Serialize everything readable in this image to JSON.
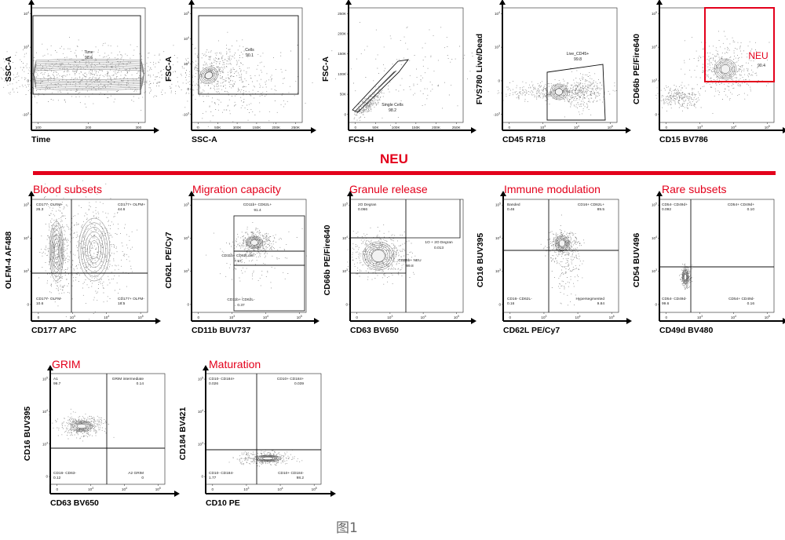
{
  "headline": "NEU",
  "figure_label": "图1",
  "colors": {
    "accent": "#e3001b",
    "ink": "#000000"
  },
  "sections": [
    {
      "name": "blood",
      "label": "Blood subsets"
    },
    {
      "name": "migration",
      "label": "Migration capacity"
    },
    {
      "name": "granule",
      "label": "Granule release"
    },
    {
      "name": "immune",
      "label": "Immune modulation"
    },
    {
      "name": "rare",
      "label": "Rare subsets"
    },
    {
      "name": "grim",
      "label": "GRIM"
    },
    {
      "name": "maturation",
      "label": "Maturation"
    }
  ],
  "chart_data": [
    {
      "type": "scatter",
      "id": "time",
      "xlabel": "Time",
      "ylabel": "SSC-A",
      "xticks": [
        "100",
        "200",
        "300"
      ],
      "yticks": [
        "10^4",
        "10^3",
        "0",
        "-10^3"
      ],
      "gates": [
        {
          "label": "Time",
          "value": "98.6"
        }
      ]
    },
    {
      "type": "scatter",
      "id": "cells",
      "xlabel": "SSC-A",
      "ylabel": "FSC-A",
      "xticks": [
        "0",
        "50K",
        "100K",
        "150K",
        "200K",
        "250K"
      ],
      "yticks": [
        "10^5",
        "10^4",
        "10^3",
        "0",
        "-10^3"
      ],
      "gates": [
        {
          "label": "Cells",
          "value": "90.1"
        }
      ]
    },
    {
      "type": "scatter",
      "id": "singles",
      "xlabel": "FCS-H",
      "ylabel": "FSC-A",
      "xticks": [
        "0",
        "50K",
        "100K",
        "150K",
        "200K",
        "250K"
      ],
      "yticks": [
        "250K",
        "200K",
        "150K",
        "100K",
        "50K",
        "0"
      ],
      "gates": [
        {
          "label": "Single Cells",
          "value": "98.2"
        }
      ]
    },
    {
      "type": "scatter",
      "id": "live",
      "xlabel": "CD45 R718",
      "ylabel": "FVS780 Live/Dead",
      "xticks": [
        "0",
        "10^3",
        "10^4",
        "10^5"
      ],
      "yticks": [
        "10^4",
        "10^3",
        "0",
        "-10^3"
      ],
      "gates": [
        {
          "label": "Live_CD45+",
          "value": "99.8"
        }
      ]
    },
    {
      "type": "scatter",
      "id": "neu",
      "xlabel": "CD15 BV786",
      "ylabel": "CD66b PE/Fire640",
      "xticks": [
        "0",
        "10^3",
        "10^4",
        "10^5"
      ],
      "yticks": [
        "10^5",
        "10^4",
        "10^3",
        "0"
      ],
      "gates": [
        {
          "label": "NEU",
          "value": "90.4"
        }
      ]
    },
    {
      "type": "scatter",
      "id": "blood",
      "xlabel": "CD177 APC",
      "ylabel": "OLFM-4 AF488",
      "xticks": [
        "0",
        "10^3",
        "10^4",
        "10^5"
      ],
      "yticks": [
        "10^5",
        "10^4",
        "10^3",
        "0"
      ],
      "gates": [
        {
          "label": "CD177- OLFM+",
          "value": "26.3"
        },
        {
          "label": "CD177+ OLFM+",
          "value": "44.6"
        },
        {
          "label": "CD177- OLFM-",
          "value": "10.6"
        },
        {
          "label": "CD177+ OLFM-",
          "value": "18.5"
        }
      ]
    },
    {
      "type": "scatter",
      "id": "migration",
      "xlabel": "CD11b BUV737",
      "ylabel": "CD62L PE/Cy7",
      "xticks": [
        "0",
        "10^3",
        "10^4",
        "10^5"
      ],
      "yticks": [
        "10^5",
        "10^4",
        "10^3",
        "0"
      ],
      "gates": [
        {
          "label": "CD11b+ CD62L+",
          "value": "91.4"
        },
        {
          "label": "CD11b+ CD62Ldim",
          "value": "7.57"
        },
        {
          "label": "CD11b+ CD62L-",
          "value": "0.37"
        }
      ]
    },
    {
      "type": "scatter",
      "id": "granule",
      "xlabel": "CD63 BV650",
      "ylabel": "CD66b PE/Fire640",
      "xticks": [
        "0",
        "10^3",
        "10^4",
        "10^5"
      ],
      "yticks": [
        "10^5",
        "10^4",
        "10^3",
        "0"
      ],
      "gates": [
        {
          "label": "2O Degran",
          "value": "0.066"
        },
        {
          "label": "1O + 2O Degran",
          "value": "0.013"
        },
        {
          "label": "CD66b+ NEU",
          "value": "99.8"
        }
      ]
    },
    {
      "type": "scatter",
      "id": "immune",
      "xlabel": "CD62L PE/Cy7",
      "ylabel": "CD16 BUV395",
      "xticks": [
        "0",
        "10^3",
        "10^4",
        "10^5"
      ],
      "yticks": [
        "10^5",
        "10^4",
        "10^3",
        "0"
      ],
      "gates": [
        {
          "label": "Banded",
          "value": "0.46"
        },
        {
          "label": "CD16+ CD62L+",
          "value": "89.5"
        },
        {
          "label": "CD16- CD62L-",
          "value": "0.16"
        },
        {
          "label": "Hypersegmented",
          "value": "9.84"
        }
      ]
    },
    {
      "type": "scatter",
      "id": "rare",
      "xlabel": "CD49d BV480",
      "ylabel": "CD54 BUV496",
      "xticks": [
        "0",
        "10^3",
        "10^4",
        "10^5"
      ],
      "yticks": [
        "10^5",
        "10^4",
        "10^3",
        "0"
      ],
      "gates": [
        {
          "label": "CD54- CD49d+",
          "value": "0.092"
        },
        {
          "label": "CD54+ CD49d+",
          "value": "0.10"
        },
        {
          "label": "CD54- CD49d-",
          "value": "99.6"
        },
        {
          "label": "CD54+ CD49d-",
          "value": "0.16"
        }
      ]
    },
    {
      "type": "scatter",
      "id": "grim",
      "xlabel": "CD63 BV650",
      "ylabel": "CD16 BUV395",
      "xticks": [
        "0",
        "10^3",
        "10^4",
        "10^5"
      ],
      "yticks": [
        "10^5",
        "10^4",
        "10^3",
        "0"
      ],
      "gates": [
        {
          "label": "A1",
          "value": "99.7"
        },
        {
          "label": "GRIM intermediate",
          "value": "0.14"
        },
        {
          "label": "CD16- CD63-",
          "value": "0.12"
        },
        {
          "label": "A2 GRIM",
          "value": "0"
        }
      ]
    },
    {
      "type": "scatter",
      "id": "maturation",
      "xlabel": "CD10 PE",
      "ylabel": "CD184 BV421",
      "xticks": [
        "0",
        "10^3",
        "10^4",
        "10^5"
      ],
      "yticks": [
        "10^5",
        "10^4",
        "10^3",
        "0"
      ],
      "gates": [
        {
          "label": "CD10- CD184+",
          "value": "0.026"
        },
        {
          "label": "CD10+ CD184+",
          "value": "0.039"
        },
        {
          "label": "CD10- CD184-",
          "value": "1.77"
        },
        {
          "label": "CD10+ CD184-",
          "value": "98.2"
        }
      ]
    }
  ]
}
